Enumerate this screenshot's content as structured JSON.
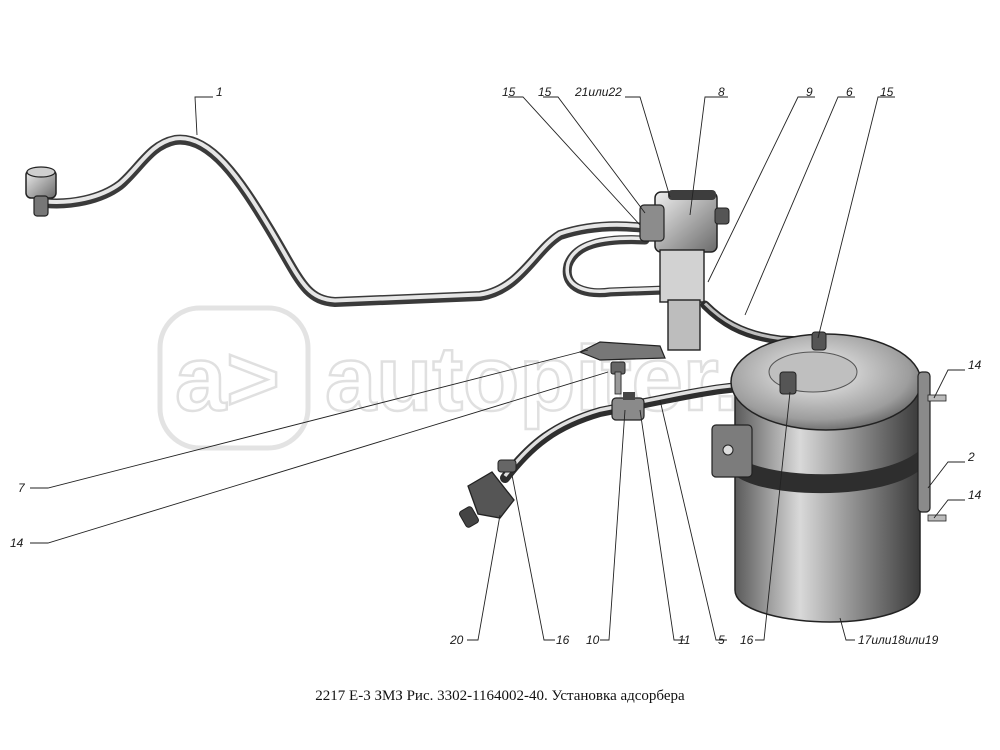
{
  "caption": "2217 Е-3 ЗМЗ Рис. 3302-1164002-40. Установка адсорбера",
  "watermark": {
    "text": "autopiter.ru",
    "logo_glyph": "a>"
  },
  "callouts": {
    "c1": "1",
    "c15a": "15",
    "c15b": "15",
    "c21": "21или22",
    "c8": "8",
    "c9": "9",
    "c6": "6",
    "c15c": "15",
    "c14a": "14",
    "c2": "2",
    "c14b": "14",
    "c7": "7",
    "c14c": "14",
    "c20": "20",
    "c16a": "16",
    "c10": "10",
    "c11": "11",
    "c5": "5",
    "c16b": "16",
    "c17": "17или18или19"
  },
  "colors": {
    "metal_light": "#e4e4e4",
    "metal_dark": "#3c3c3c",
    "canister_band": "#2e2e2e",
    "watermark_stroke": "#d6d6d6"
  }
}
